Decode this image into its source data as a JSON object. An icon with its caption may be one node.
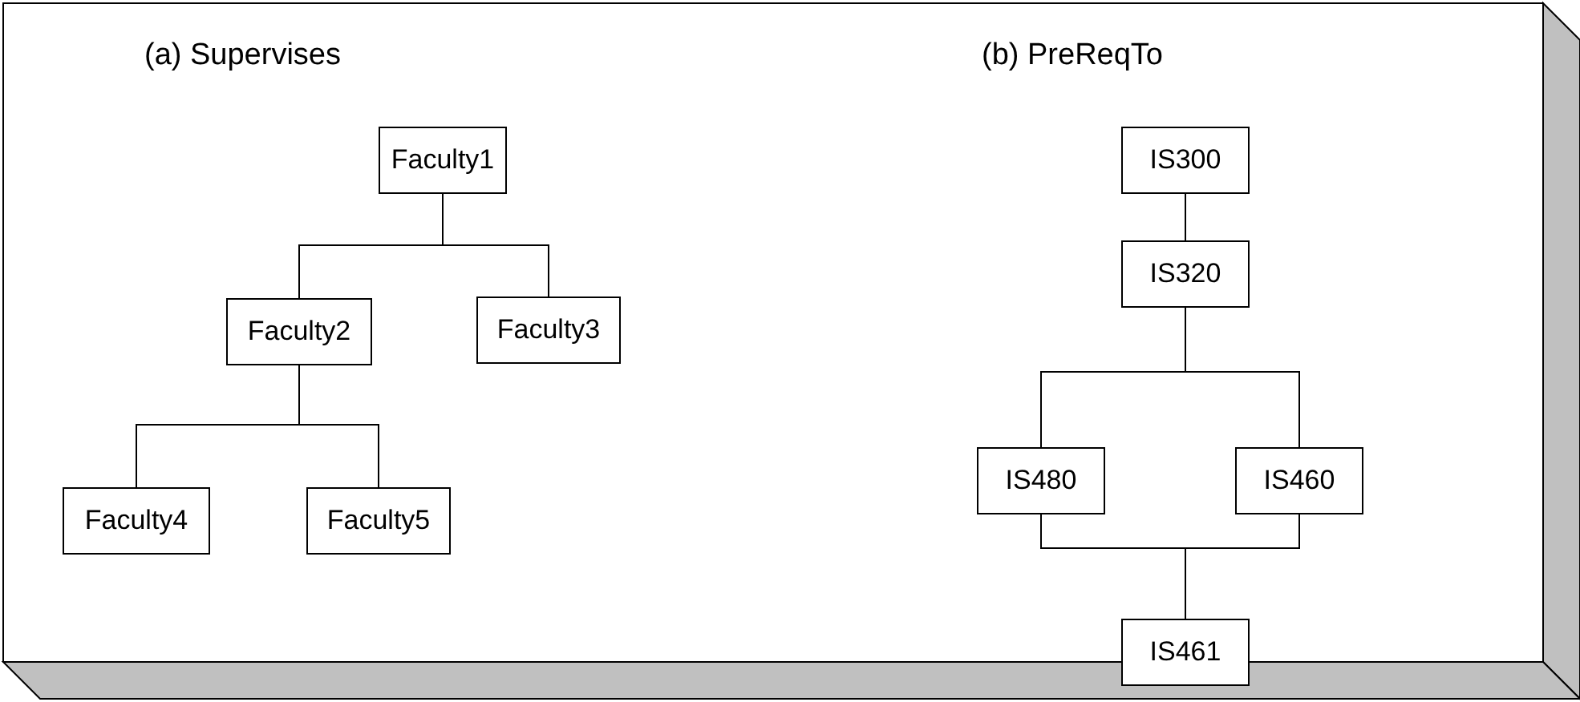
{
  "diagram": {
    "nodes": [
      {
        "text": [
          "Faculty1"
        ]
      },
      {
        "text": [
          "Faculty2"
        ]
      },
      {
        "text": [
          "Faculty3"
        ]
      },
      {
        "text": [
          "Faculty4"
        ]
      },
      {
        "text": [
          "Faculty5"
        ]
      },
      {
        "text": [
          "IS300"
        ]
      },
      {
        "text": [
          "IS320"
        ]
      },
      {
        "text": [
          "IS480"
        ]
      },
      {
        "text": [
          "IS460"
        ]
      },
      {
        "text": [
          "IS461"
        ]
      }
    ],
    "edges": [
      {
        "from": 0,
        "to": 1,
        "arrow": "none"
      },
      {
        "from": 0,
        "to": 2,
        "arrow": "none"
      },
      {
        "from": 1,
        "to": 3,
        "arrow": "none"
      },
      {
        "from": 1,
        "to": 4,
        "arrow": "none"
      },
      {
        "from": 5,
        "to": 6,
        "arrow": "none"
      },
      {
        "from": 6,
        "to": 7,
        "arrow": "none"
      },
      {
        "from": 6,
        "to": 8,
        "arrow": "none"
      },
      {
        "from": 7,
        "to": 9,
        "arrow": "none"
      },
      {
        "from": 8,
        "to": 9,
        "arrow": "none"
      }
    ],
    "labels": [
      "(a) Supervises",
      "(b) PreReqTo"
    ]
  }
}
